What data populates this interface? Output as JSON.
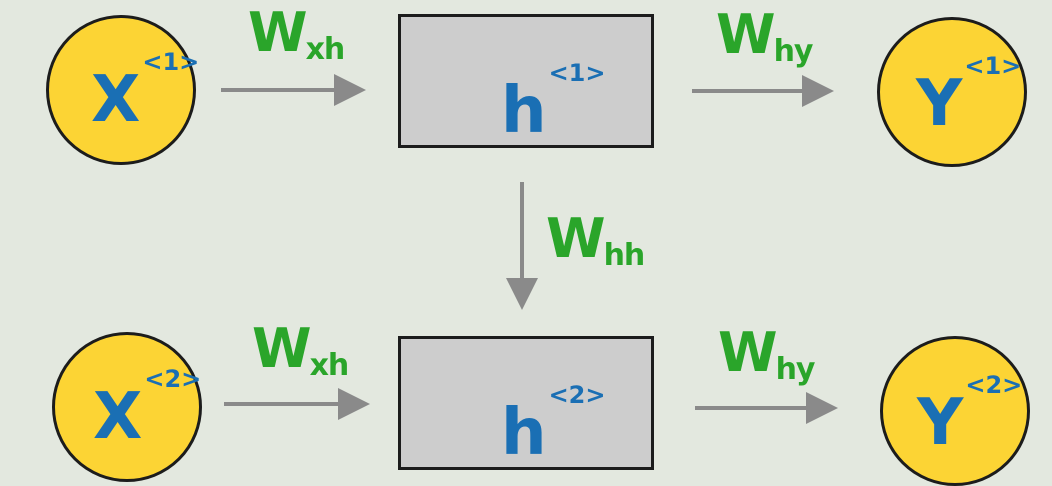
{
  "inputs": [
    {
      "base": "X",
      "sup": "<1>"
    },
    {
      "base": "X",
      "sup": "<2>"
    }
  ],
  "hidden": [
    {
      "base": "h",
      "sup": "<1>"
    },
    {
      "base": "h",
      "sup": "<2>"
    }
  ],
  "outputs": [
    {
      "base": "Y",
      "sup": "<1>"
    },
    {
      "base": "Y",
      "sup": "<2>"
    }
  ],
  "weights": {
    "wxh_1": {
      "main": "W",
      "sub": "xh"
    },
    "why_1": {
      "main": "W",
      "sub": "hy"
    },
    "whh": {
      "main": "W",
      "sub": "hh"
    },
    "wxh_2": {
      "main": "W",
      "sub": "xh"
    },
    "why_2": {
      "main": "W",
      "sub": "hy"
    }
  },
  "colors": {
    "background": "#e3e8df",
    "node_fill": "#fcd434",
    "box_fill": "#cdcdcd",
    "symbol": "#1a6fb4",
    "weight": "#2aa52a",
    "arrow": "#8a8a8a"
  }
}
